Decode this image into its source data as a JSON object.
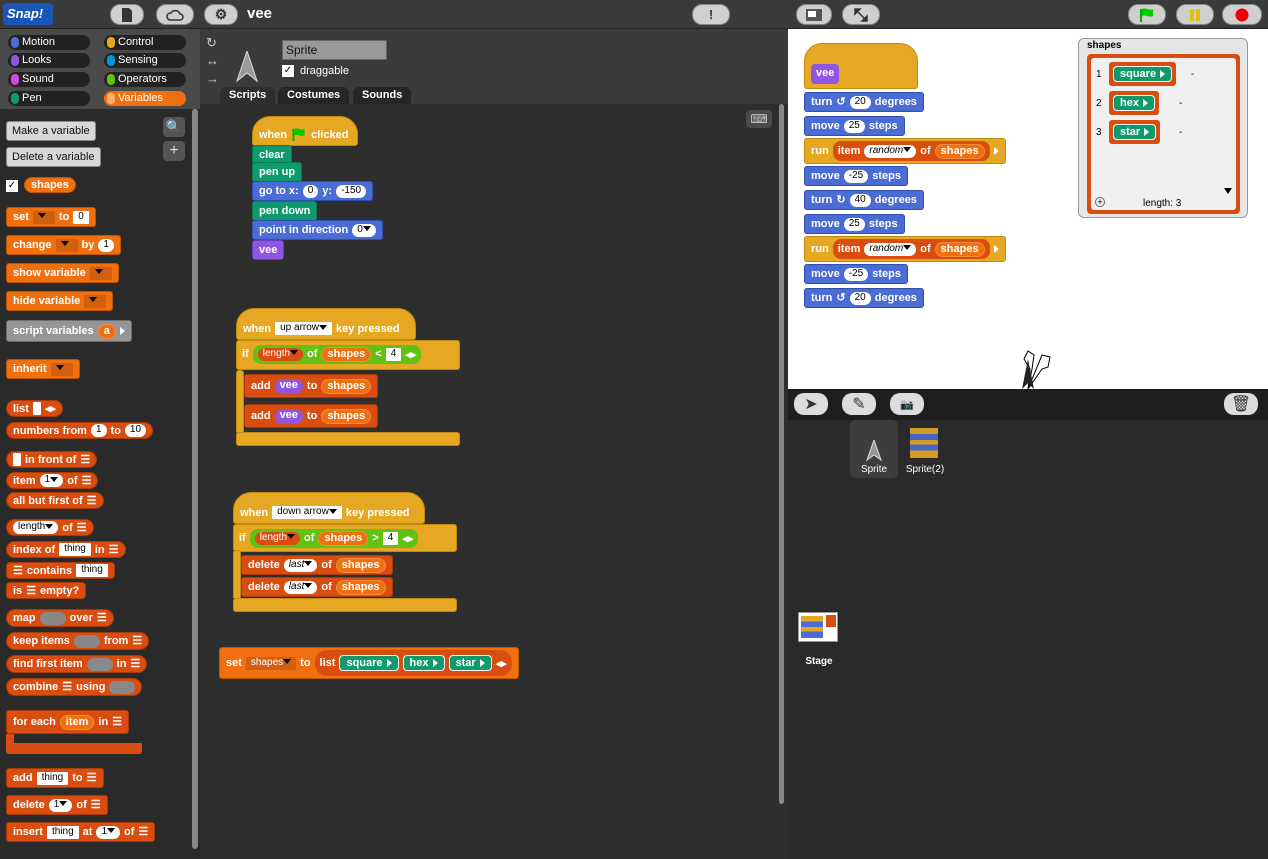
{
  "topbar": {
    "logo": "Snap!",
    "project_title": "vee",
    "stop_sign_label": "!"
  },
  "categories": [
    {
      "label": "Motion",
      "color": "#4a6cd4"
    },
    {
      "label": "Control",
      "color": "#e6a822"
    },
    {
      "label": "Looks",
      "color": "#8f56e3"
    },
    {
      "label": "Sensing",
      "color": "#0494dc"
    },
    {
      "label": "Sound",
      "color": "#cf4ad9"
    },
    {
      "label": "Operators",
      "color": "#62c213"
    },
    {
      "label": "Pen",
      "color": "#0e9a6c"
    },
    {
      "label": "Variables",
      "color": "#f07010"
    }
  ],
  "palette": {
    "make_variable": "Make a variable",
    "delete_variable": "Delete a variable",
    "var_shapes": "shapes",
    "set_label": "set",
    "set_to": "to",
    "set_val": "0",
    "change_label": "change",
    "change_by": "by",
    "change_val": "1",
    "show_variable": "show variable",
    "hide_variable": "hide variable",
    "script_variables": "script variables",
    "script_var_a": "a",
    "inherit": "inherit",
    "list": "list",
    "numbers_from": "numbers from",
    "numbers_a": "1",
    "numbers_to": "to",
    "numbers_b": "10",
    "in_front_of": "in front of",
    "item": "item",
    "item_val": "1",
    "item_of": "of",
    "all_but_first": "all but first of",
    "length": "length",
    "length_of": "of",
    "index_of": "index of",
    "index_thing": "thing",
    "index_in": "in",
    "contains": "contains",
    "contains_thing": "thing",
    "is_empty": "is",
    "is_empty2": "empty?",
    "map": "map",
    "map_over": "over",
    "keep_items": "keep items",
    "keep_from": "from",
    "find_first": "find first item",
    "find_in": "in",
    "combine": "combine",
    "combine_using": "using",
    "for_each": "for each",
    "for_each_item": "item",
    "for_each_in": "in",
    "add": "add",
    "add_thing": "thing",
    "add_to": "to",
    "delete": "delete",
    "delete_val": "1",
    "delete_of": "of",
    "insert": "insert",
    "insert_thing": "thing",
    "insert_at": "at",
    "insert_val": "1",
    "insert_of": "of"
  },
  "sprite": {
    "name": "Sprite",
    "draggable": "draggable",
    "checkbox": "✓"
  },
  "tabs": [
    "Scripts",
    "Costumes",
    "Sounds"
  ],
  "script1": {
    "when": "when",
    "clicked": "clicked",
    "clear": "clear",
    "pen_up": "pen up",
    "goto": "go to x:",
    "x": "0",
    "y_label": "y:",
    "y": "-150",
    "pen_down": "pen down",
    "point": "point in direction",
    "dir": "0",
    "vee": "vee"
  },
  "script2": {
    "when": "when",
    "key": "up arrow",
    "key_pressed": "key pressed",
    "if": "if",
    "length": "length",
    "of": "of",
    "shapes": "shapes",
    "op": "<",
    "num": "4",
    "add": "add",
    "vee": "vee",
    "to": "to"
  },
  "script3": {
    "when": "when",
    "key": "down arrow",
    "key_pressed": "key pressed",
    "if": "if",
    "length": "length",
    "of": "of",
    "shapes": "shapes",
    "op": ">",
    "num": "4",
    "delete": "delete",
    "last": "last"
  },
  "script4": {
    "set": "set",
    "var": "shapes",
    "to": "to",
    "list": "list",
    "items": [
      "square",
      "hex",
      "star"
    ]
  },
  "def": {
    "name": "vee",
    "turn": "turn",
    "deg1": "20",
    "degrees": "degrees",
    "move": "move",
    "m1": "25",
    "steps": "steps",
    "run": "run",
    "item": "item",
    "random": "random",
    "of": "of",
    "shapes": "shapes",
    "m2": "-25",
    "deg2": "40",
    "m3": "25",
    "m4": "-25",
    "deg3": "20"
  },
  "watcher": {
    "title": "shapes",
    "rows": [
      {
        "idx": "1",
        "label": "square",
        "dash": "-"
      },
      {
        "idx": "2",
        "label": "hex",
        "dash": "-"
      },
      {
        "idx": "3",
        "label": "star",
        "dash": "-"
      }
    ],
    "length": "length: 3",
    "plus": "+"
  },
  "corral": {
    "sprites": [
      {
        "name": "Sprite"
      },
      {
        "name": "Sprite(2)"
      }
    ],
    "stage": "Stage"
  }
}
